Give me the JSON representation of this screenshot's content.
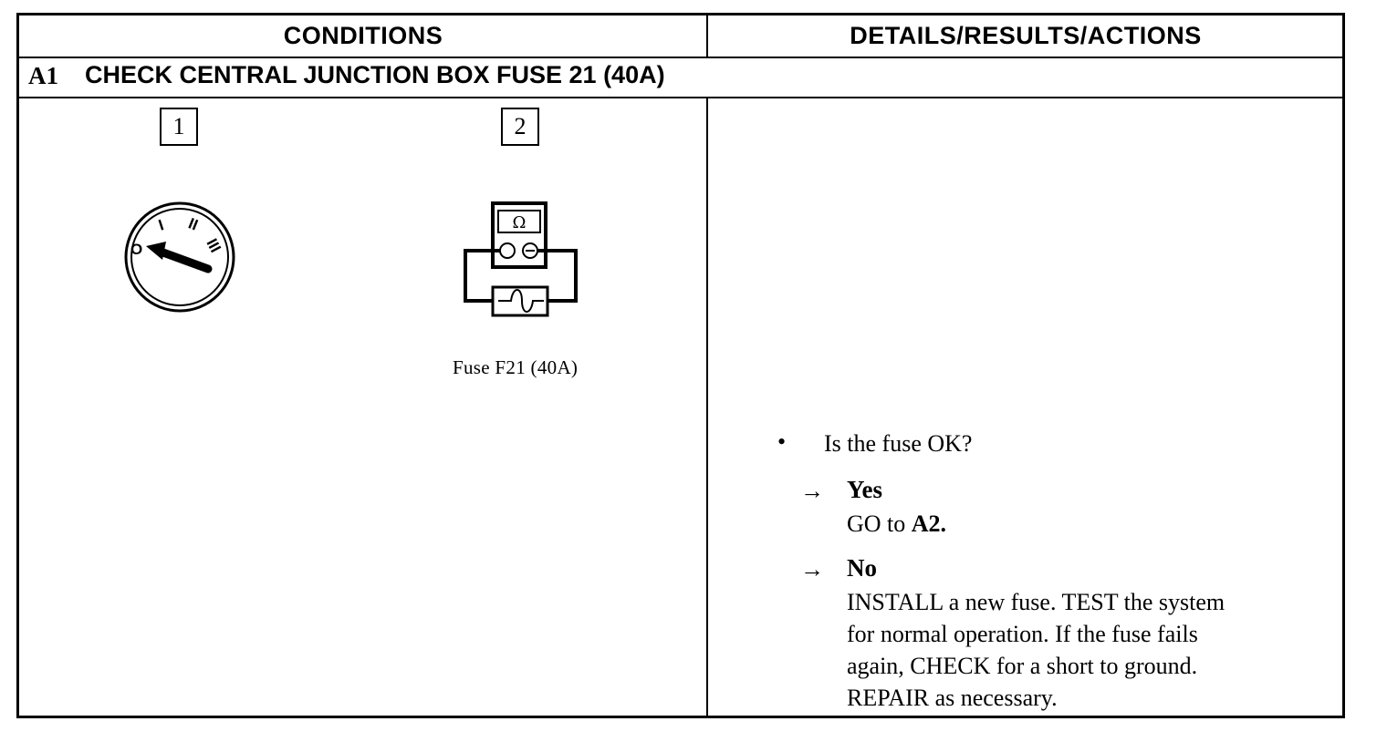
{
  "header": {
    "conditions": "CONDITIONS",
    "details": "DETAILS/RESULTS/ACTIONS"
  },
  "step": {
    "id": "A1",
    "title": "CHECK CENTRAL JUNCTION BOX FUSE 21 (40A)"
  },
  "conditions": {
    "box1": "1",
    "box2": "2",
    "ignition_labels": [
      "O",
      "I",
      "II",
      "III"
    ],
    "meter_symbol": "Ω",
    "fuse_caption": "Fuse F21 (40A)"
  },
  "details": {
    "question": "Is the fuse OK?",
    "yes_label": "Yes",
    "yes_action_prefix": "GO to ",
    "yes_action_target": "A2.",
    "no_label": "No",
    "no_action_lines": [
      "INSTALL a new fuse. TEST the system",
      "for normal operation. If the fuse fails",
      "again, CHECK for a short to ground.",
      "REPAIR as necessary."
    ]
  }
}
